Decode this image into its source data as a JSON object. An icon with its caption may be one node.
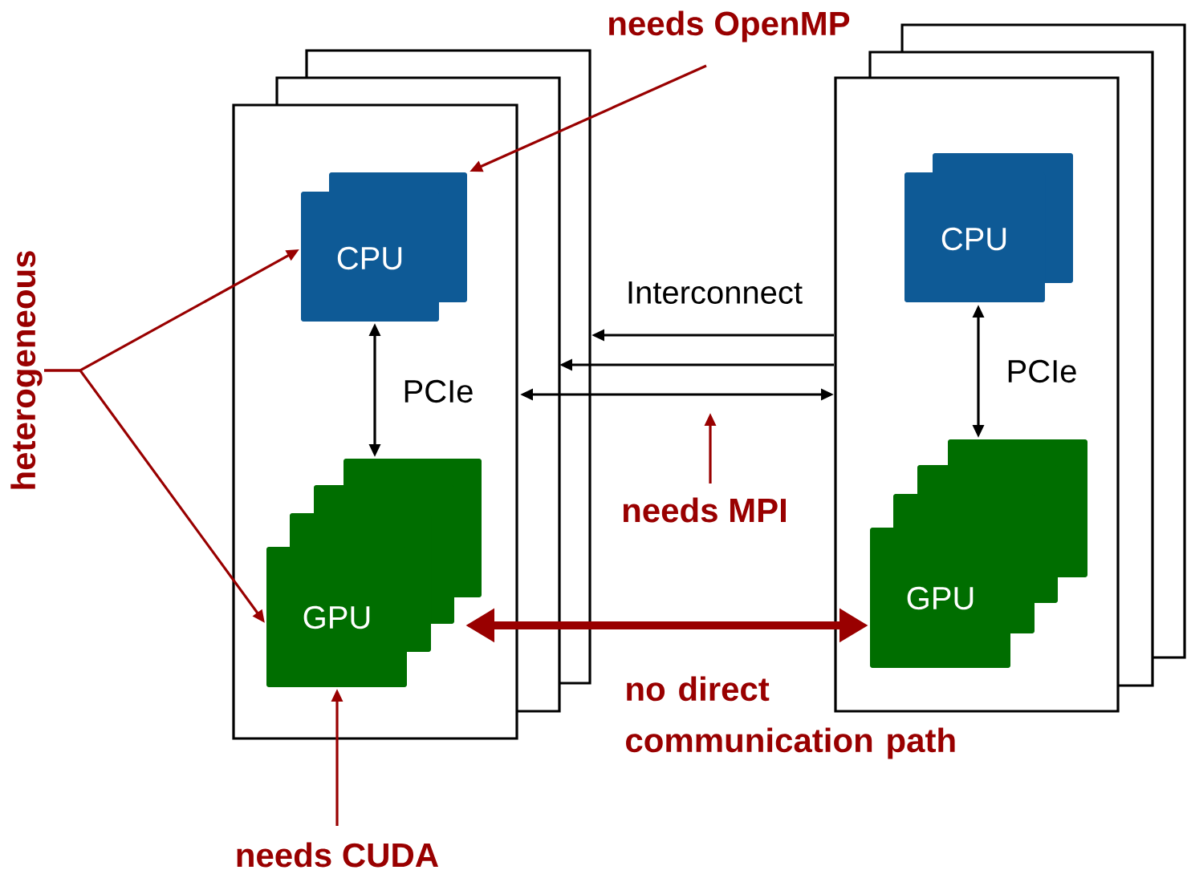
{
  "diagram": {
    "nodes": [
      {
        "text": [],
        "shape": "box"
      },
      {
        "text": [],
        "shape": "box"
      },
      {
        "text": [
          "CPU"
        ],
        "in": 0
      },
      {
        "text": [
          "GPU"
        ],
        "in": 0
      },
      {
        "text": [
          "CPU"
        ],
        "in": 1
      },
      {
        "text": [
          "GPU"
        ],
        "in": 1
      },
      {
        "text": [
          "needs OpenMP"
        ]
      },
      {
        "text": [
          "heterogeneous"
        ]
      },
      {
        "text": [
          "needs MPI"
        ]
      },
      {
        "text": [
          "needs CUDA"
        ]
      }
    ],
    "edges": [
      {
        "from": 2,
        "to": 3,
        "arrow": "both",
        "label": "PCIe",
        "color": "#000000"
      },
      {
        "from": 4,
        "to": 5,
        "arrow": "both",
        "label": "PCIe",
        "color": "#000000"
      },
      {
        "from": 1,
        "to": 0,
        "arrow": "to",
        "label": "Interconnect",
        "color": "#000000"
      },
      {
        "from": 1,
        "to": 0,
        "arrow": "to",
        "color": "#000000"
      },
      {
        "from": 0,
        "to": 1,
        "arrow": "both",
        "color": "#000000"
      },
      {
        "from": 6,
        "to": 2,
        "arrow": "to",
        "color": "#990000"
      },
      {
        "from": 7,
        "to": 2,
        "arrow": "to",
        "color": "#990000"
      },
      {
        "from": 7,
        "to": 3,
        "arrow": "to",
        "color": "#990000"
      },
      {
        "from": 8,
        "to": null,
        "arrow": "to",
        "color": "#990000"
      },
      {
        "from": 9,
        "to": 3,
        "arrow": "to",
        "color": "#990000"
      },
      {
        "from": 3,
        "to": 5,
        "arrow": "both",
        "style": "thick",
        "color": "#990000"
      }
    ],
    "labels": [
      "no direct communication path"
    ]
  }
}
